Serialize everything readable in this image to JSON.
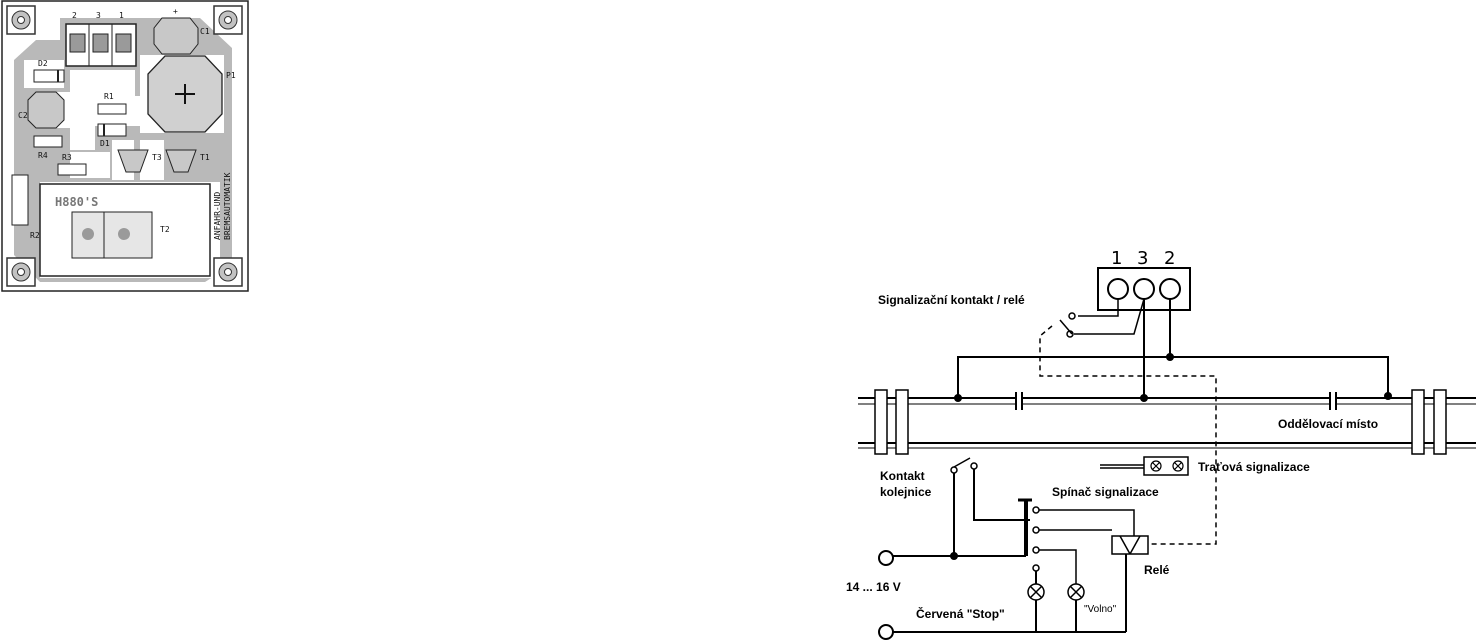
{
  "pcb": {
    "terminals": [
      "2",
      "3",
      "1"
    ],
    "components": {
      "c1": "C1",
      "p1": "P1",
      "d2": "D2",
      "r1": "R1",
      "c2": "C2",
      "d1": "D1",
      "r4": "R4",
      "r3": "R3",
      "t3": "T3",
      "t1": "T1",
      "r2": "R2",
      "t2": "T2"
    },
    "relay_marking": "H880'S",
    "side_text_1": "ANFAHR-UND",
    "side_text_2": "BREMSAUTOMATIK"
  },
  "schematic": {
    "terminal_numbers": [
      "1",
      "3",
      "2"
    ],
    "labels": {
      "signal_contact": "Signalizační kontakt / relé",
      "separation_point": "Oddělovací místo",
      "track_signal": "Traťová signalizace",
      "rail_contact_1": "Kontakt",
      "rail_contact_2": "kolejnice",
      "signal_switch": "Spínač signalizace",
      "relay": "Relé",
      "voltage": "14 ... 16 V",
      "red_stop": "Červená \"Stop\"",
      "free": "\"Volno\""
    }
  }
}
